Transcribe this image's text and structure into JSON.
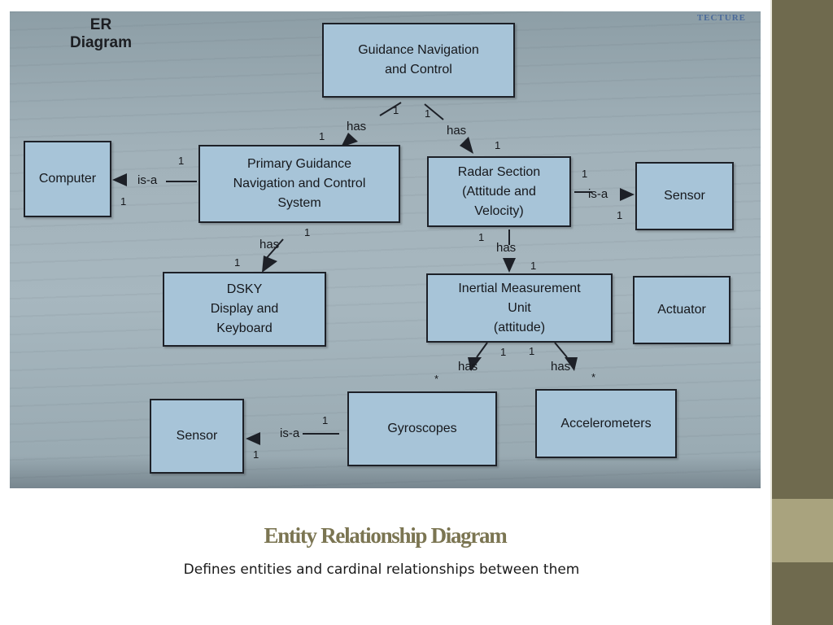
{
  "slide": {
    "title": "Entity Relationship Diagram",
    "subtitle": "Defines entities and cardinal relationships between them"
  },
  "photo": {
    "heading_line1": "ER",
    "heading_line2": "Diagram",
    "book_fragment": "TECTURE"
  },
  "entities": {
    "gnc": "Guidance Navigation\nand Control",
    "pgncs": "Primary Guidance\nNavigation and Control\nSystem",
    "computer": "Computer",
    "radar": "Radar Section\n(Attitude and\nVelocity)",
    "sensor_top": "Sensor",
    "dsky": "DSKY\nDisplay and\nKeyboard",
    "imu": "Inertial Measurement\nUnit\n(attitude)",
    "actuator": "Actuator",
    "sensor_bottom": "Sensor",
    "gyroscopes": "Gyroscopes",
    "accelerometers": "Accelerometers"
  },
  "relationships": {
    "has": "has",
    "is_a": "is-a"
  },
  "cardinality": {
    "one": "1",
    "many": "*"
  },
  "colors": {
    "entity_fill": "#a7c4d8",
    "entity_border": "#1d2027",
    "title_color": "#7b7552",
    "sidebar_dark": "#6f6a4e",
    "sidebar_light": "#a9a37e"
  }
}
